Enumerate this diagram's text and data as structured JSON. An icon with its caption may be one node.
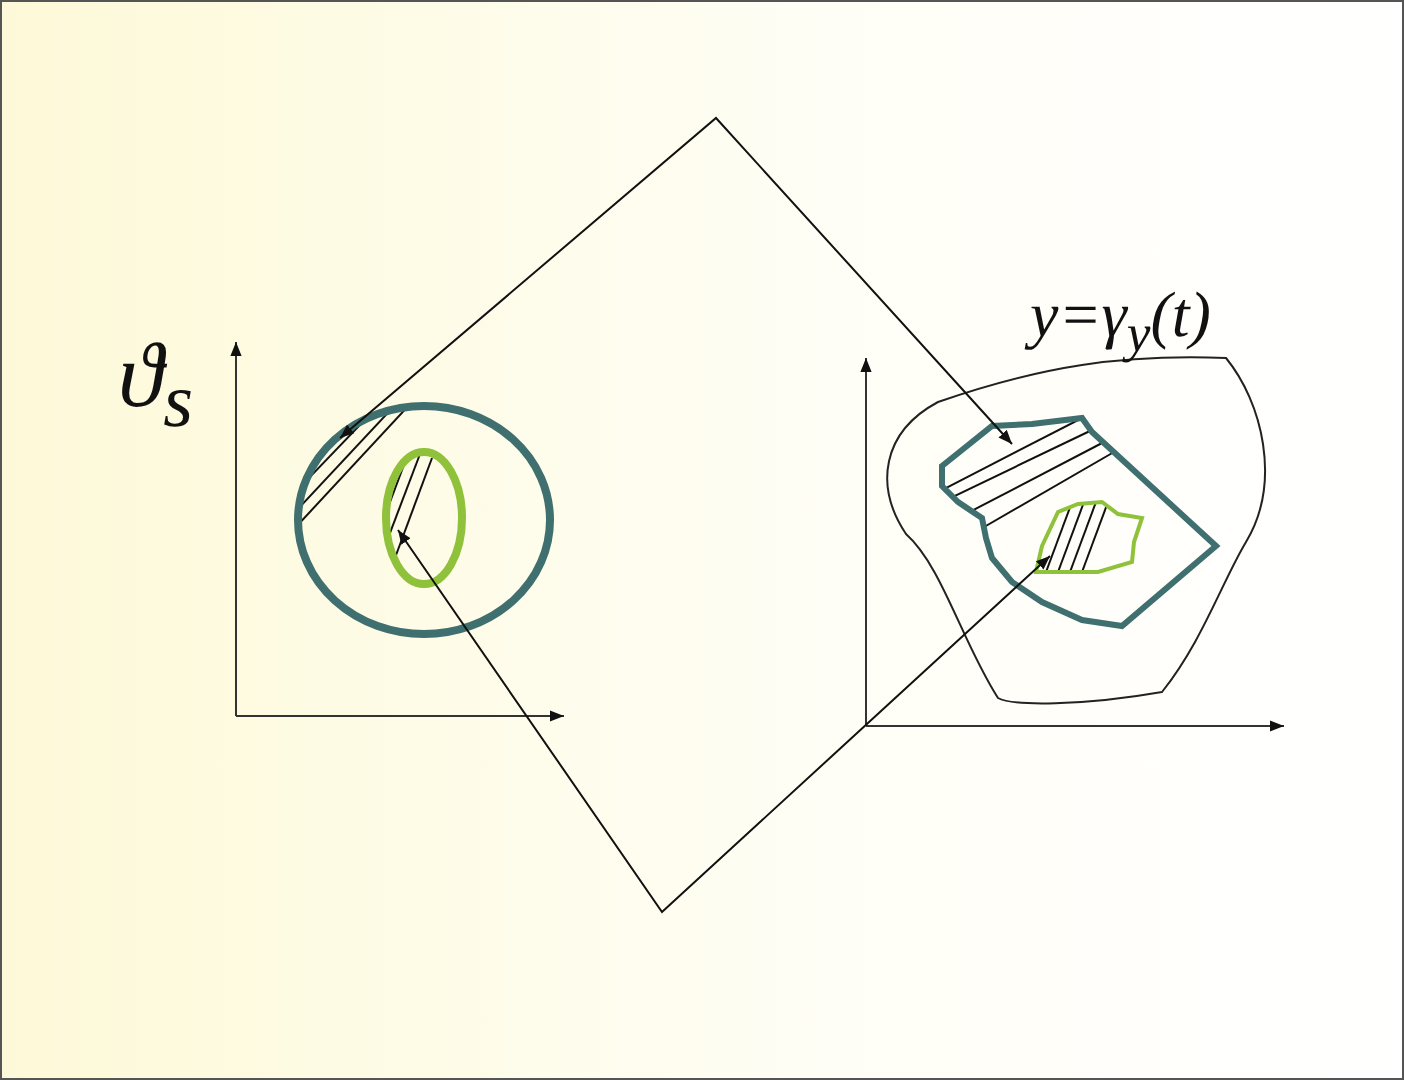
{
  "diagram": {
    "nodes": [
      {
        "text": [],
        "shape": "circle"
      },
      {
        "text": [],
        "shape": "circle",
        "in": 0
      },
      {
        "text": [],
        "shape": "cloud"
      },
      {
        "text": [],
        "shape": "box",
        "in": 2
      },
      {
        "text": [],
        "shape": "box",
        "in": 3
      }
    ],
    "edges": [
      {
        "from": 0,
        "to": 3,
        "arrow": "both"
      },
      {
        "from": 1,
        "to": 4,
        "arrow": "both"
      }
    ],
    "labels": [
      "ϑ$_{s}$",
      "y=γ$_{y}$(t)"
    ]
  }
}
